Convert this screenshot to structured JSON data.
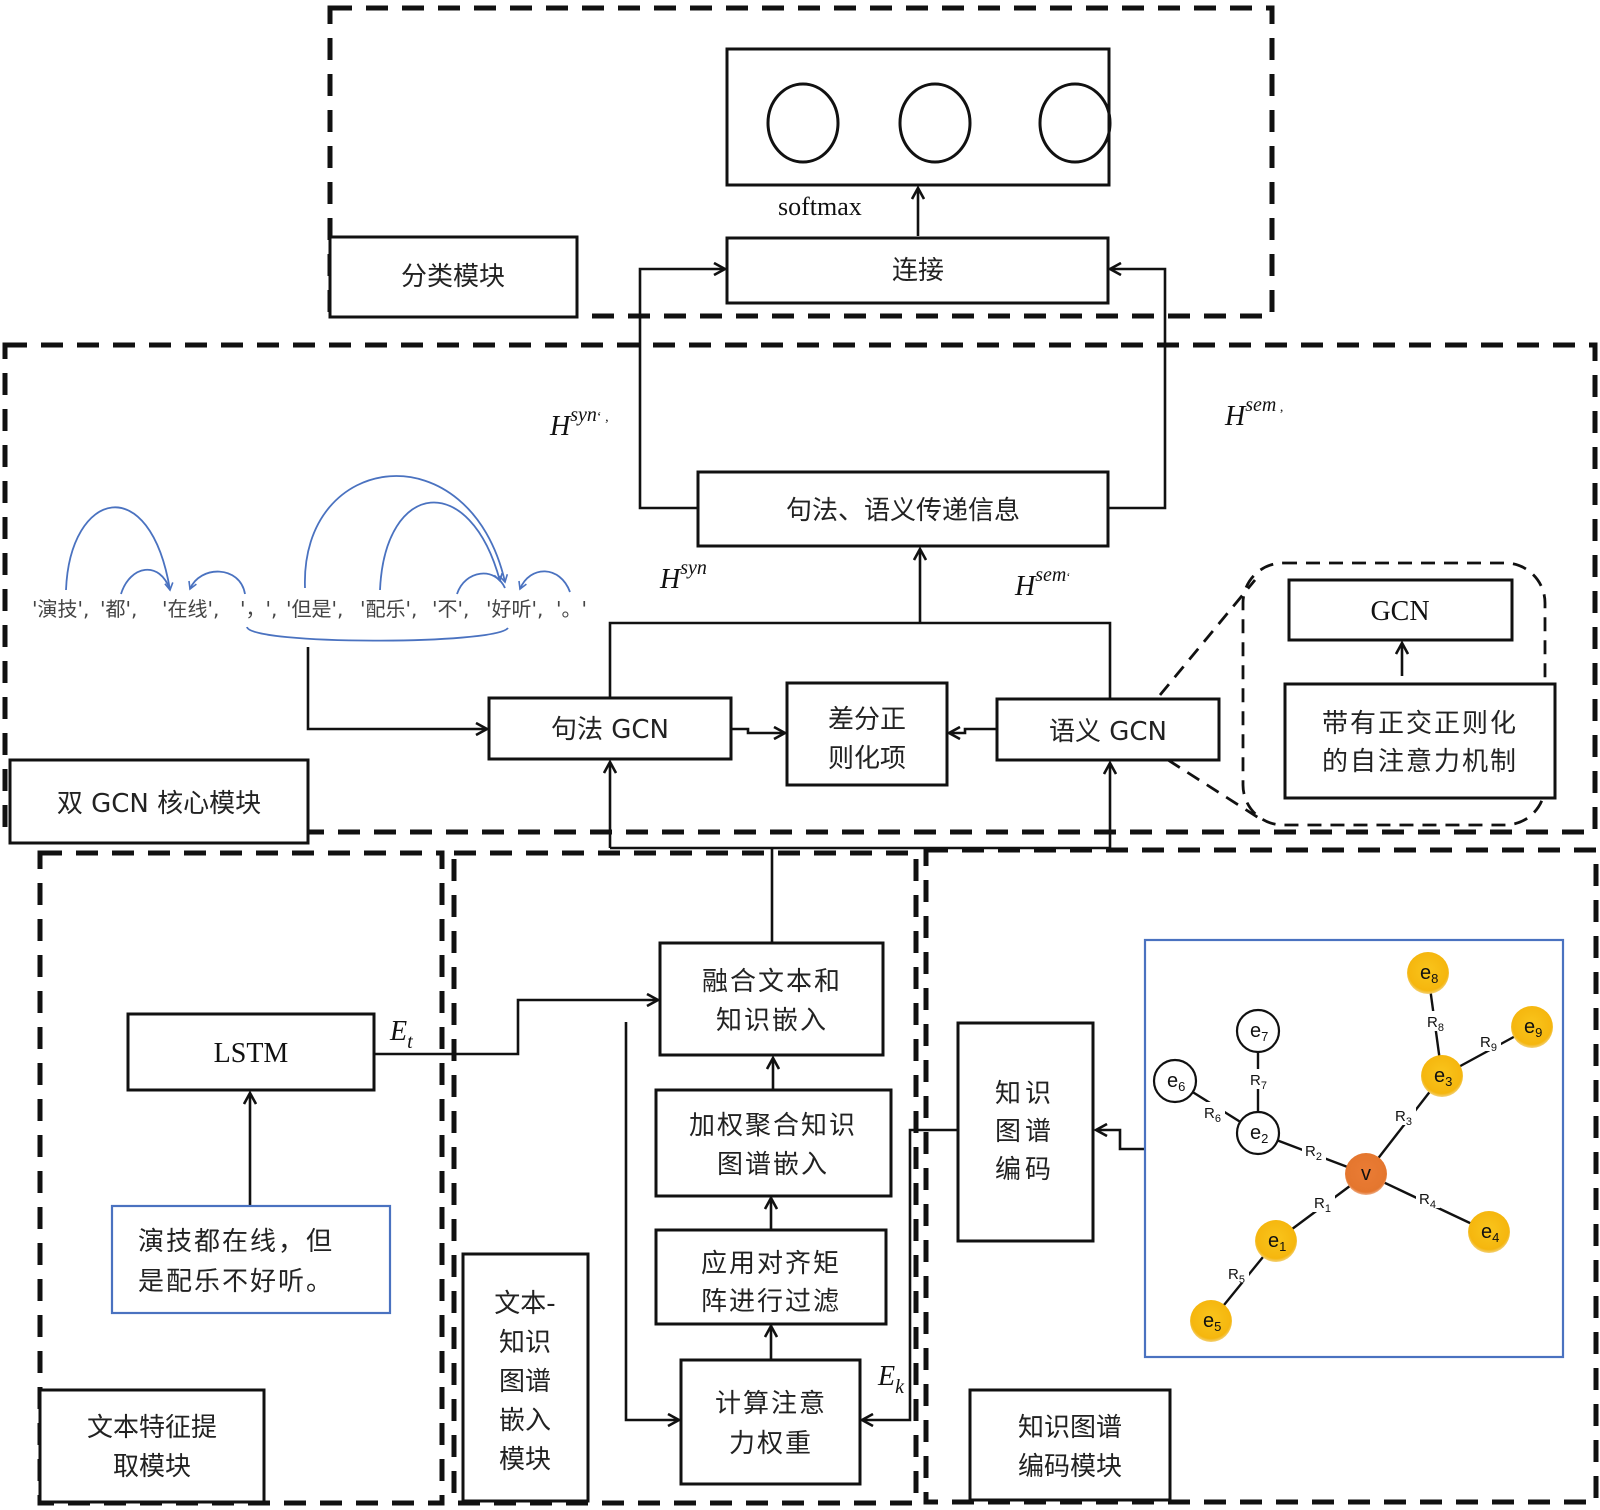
{
  "modules": {
    "classification": "分类模块",
    "dual_gcn": "双 GCN 核心模块",
    "text_feature": [
      "文本特征提",
      "取模块"
    ],
    "text_kg_embed": [
      "文本-",
      "知识",
      "图谱",
      "嵌入",
      "模块"
    ],
    "kg_encode": [
      "知识图谱",
      "编码模块"
    ]
  },
  "classification": {
    "softmax_label": "softmax",
    "concat_label": "连接",
    "output_node_count": 3
  },
  "dual_gcn": {
    "transfer_box": "句法、语义传递信息",
    "syntax_gcn": "句法 GCN",
    "semantic_gcn": "语义 GCN",
    "diff_reg": [
      "差分正",
      "则化项"
    ],
    "detail": {
      "gcn": "GCN",
      "attention": [
        "带有正交正则化",
        "的自注意力机制"
      ]
    },
    "symbols": {
      "h_syn_prime": {
        "base": "H",
        "sup": "syn",
        "mark": "‘ ,"
      },
      "h_sem_prime": {
        "base": "H",
        "sup": "sem",
        "mark": " ,"
      },
      "h_syn": {
        "base": "H",
        "sup": "syn",
        "mark": ""
      },
      "h_sem": {
        "base": "H",
        "sup": "sem",
        "mark": "‘"
      }
    },
    "tokens": [
      "'演技',",
      "'都',",
      "'在线',",
      "'，',",
      "'但是',",
      "'配乐',",
      "'不',",
      "'好听',",
      "'。'"
    ]
  },
  "text_feature": {
    "lstm": "LSTM",
    "et_label": {
      "base": "E",
      "sub": "t"
    },
    "input_sentence": [
      "演技都在线，但",
      "是配乐不好听。"
    ]
  },
  "text_kg": {
    "fuse": [
      "融合文本和",
      "知识嵌入"
    ],
    "weighted": [
      "加权聚合知识",
      "图谱嵌入"
    ],
    "align": [
      "应用对齐矩",
      "阵进行过滤"
    ],
    "attention": [
      "计算注意",
      "力权重"
    ],
    "ek_label": {
      "base": "E",
      "sub": "k"
    }
  },
  "kg_encode": {
    "encoder_box": [
      "知识",
      "图谱",
      "编码"
    ],
    "graph": {
      "nodes": [
        {
          "id": "v",
          "label": "v",
          "sub": "",
          "type": "center"
        },
        {
          "id": "e1",
          "label": "e",
          "sub": "1",
          "type": "filled"
        },
        {
          "id": "e2",
          "label": "e",
          "sub": "2",
          "type": "empty"
        },
        {
          "id": "e3",
          "label": "e",
          "sub": "3",
          "type": "filled"
        },
        {
          "id": "e4",
          "label": "e",
          "sub": "4",
          "type": "filled"
        },
        {
          "id": "e5",
          "label": "e",
          "sub": "5",
          "type": "filled"
        },
        {
          "id": "e6",
          "label": "e",
          "sub": "6",
          "type": "empty"
        },
        {
          "id": "e7",
          "label": "e",
          "sub": "7",
          "type": "empty"
        },
        {
          "id": "e8",
          "label": "e",
          "sub": "8",
          "type": "filled"
        },
        {
          "id": "e9",
          "label": "e",
          "sub": "9",
          "type": "filled"
        }
      ],
      "edges": [
        {
          "from": "v",
          "to": "e1",
          "label": "R",
          "sub": "1"
        },
        {
          "from": "v",
          "to": "e2",
          "label": "R",
          "sub": "2"
        },
        {
          "from": "v",
          "to": "e3",
          "label": "R",
          "sub": "3"
        },
        {
          "from": "v",
          "to": "e4",
          "label": "R",
          "sub": "4"
        },
        {
          "from": "e1",
          "to": "e5",
          "label": "R",
          "sub": "5"
        },
        {
          "from": "e2",
          "to": "e6",
          "label": "R",
          "sub": "6"
        },
        {
          "from": "e2",
          "to": "e7",
          "label": "R",
          "sub": "7"
        },
        {
          "from": "e3",
          "to": "e8",
          "label": "R",
          "sub": "8"
        },
        {
          "from": "e3",
          "to": "e9",
          "label": "R",
          "sub": "9"
        }
      ]
    }
  },
  "colors": {
    "center_node": "#E8803A",
    "filled_node": "#F7BE16",
    "graph_frame": "#4A72C0",
    "input_frame": "#4A72C0",
    "dependency_arc": "#4A72C0",
    "line": "#111111"
  }
}
